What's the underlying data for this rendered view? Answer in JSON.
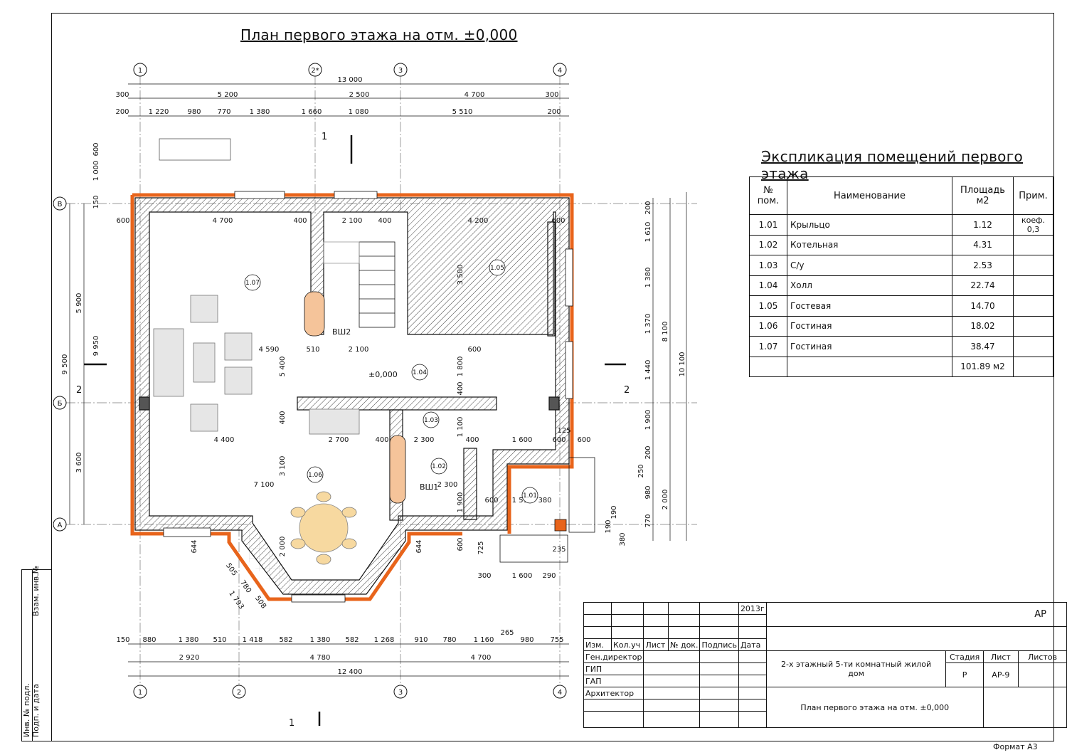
{
  "drawing": {
    "title": "План первого этажа на отм. ±0,000",
    "axes_top": [
      "1",
      "2*",
      "3",
      "4"
    ],
    "axes_bottom": [
      "1",
      "2",
      "3",
      "4"
    ],
    "axes_left": [
      "В",
      "Б",
      "А"
    ],
    "dims_top_overall": "13 000",
    "dims_top_row1": [
      "300",
      "5 200",
      "2 500",
      "4 700",
      "300"
    ],
    "dims_top_row2": [
      "200",
      "1 220",
      "980",
      "770",
      "1 380",
      "1 660",
      "1 080",
      "5 510",
      "200"
    ],
    "dims_bottom_row1": [
      "150",
      "880",
      "1 380",
      "510",
      "1 418",
      "582",
      "1 380",
      "582",
      "1 268",
      "910",
      "780",
      "1 160",
      "980",
      "755"
    ],
    "dims_bottom_row2": [
      "2 920",
      "4 780",
      "4 700"
    ],
    "dims_bottom_overall": "12 400",
    "dims_left": [
      "9 500",
      "9 950",
      "5 900",
      "3 600",
      "1 000",
      "600",
      "150"
    ],
    "dims_right": [
      "200",
      "1 610",
      "1 380",
      "1 370",
      "1 440",
      "1 900",
      "200",
      "250",
      "980",
      "770",
      "8 100",
      "10 100",
      "2 000"
    ],
    "dims_inner": [
      "4 700",
      "400",
      "2 100",
      "400",
      "4 200",
      "600",
      "600",
      "3 500",
      "4 590",
      "510",
      "2 100",
      "600",
      "5 400",
      "1 800",
      "400",
      "4 400",
      "2 700",
      "400",
      "2 300",
      "400",
      "1 600",
      "600",
      "1 100",
      "3 100",
      "7 100",
      "2 300",
      "1 900",
      "600",
      "1 510",
      "380",
      "2 000",
      "600",
      "644",
      "644",
      "505",
      "780",
      "508",
      "1 793",
      "725",
      "300",
      "1 600",
      "290",
      "235",
      "265",
      "190",
      "190",
      "380",
      "125",
      "600",
      "400"
    ],
    "rooms": [
      "1.01",
      "1.02",
      "1.03",
      "1.04",
      "1.05",
      "1.06",
      "1.07"
    ],
    "labels": {
      "vsh1": "ВШ1",
      "vsh2": "ВШ2",
      "level": "±0,000",
      "section_1": "1",
      "section_2": "2"
    }
  },
  "explication": {
    "title": "Экспликация помещений первого этажа",
    "headers": [
      "№ пом.",
      "Наименование",
      "Площадь м2",
      "Прим."
    ],
    "rows": [
      {
        "num": "1.01",
        "name": "Крыльцо",
        "area": "1.12",
        "note": "коеф. 0,3"
      },
      {
        "num": "1.02",
        "name": "Котельная",
        "area": "4.31",
        "note": ""
      },
      {
        "num": "1.03",
        "name": "С/у",
        "area": "2.53",
        "note": ""
      },
      {
        "num": "1.04",
        "name": "Холл",
        "area": "22.74",
        "note": ""
      },
      {
        "num": "1.05",
        "name": "Гостевая",
        "area": "14.70",
        "note": ""
      },
      {
        "num": "1.06",
        "name": "Гостиная",
        "area": "18.02",
        "note": ""
      },
      {
        "num": "1.07",
        "name": "Гостиная",
        "area": "38.47",
        "note": ""
      }
    ],
    "total": "101.89 м2"
  },
  "stamp": {
    "year": "2013г",
    "code": "АР",
    "col_headers": [
      "Изм.",
      "Кол.уч",
      "Лист",
      "№ док.",
      "Подпись",
      "Дата"
    ],
    "roles": [
      "Ген.директор",
      "ГИП",
      "ГАП",
      "Архитектор"
    ],
    "project": "2-х этажный 5-ти комнатный жилой дом",
    "sheet_title": "План первого этажа на отм. ±0,000",
    "stage_label": "Стадия",
    "sheet_label": "Лист",
    "sheets_label": "Листов",
    "stage": "Р",
    "sheet": "АР-9"
  },
  "side_strip": [
    "Инв. № подл.",
    "Подп. и дата",
    "Взам. инв.№"
  ],
  "format": "Формат А3"
}
